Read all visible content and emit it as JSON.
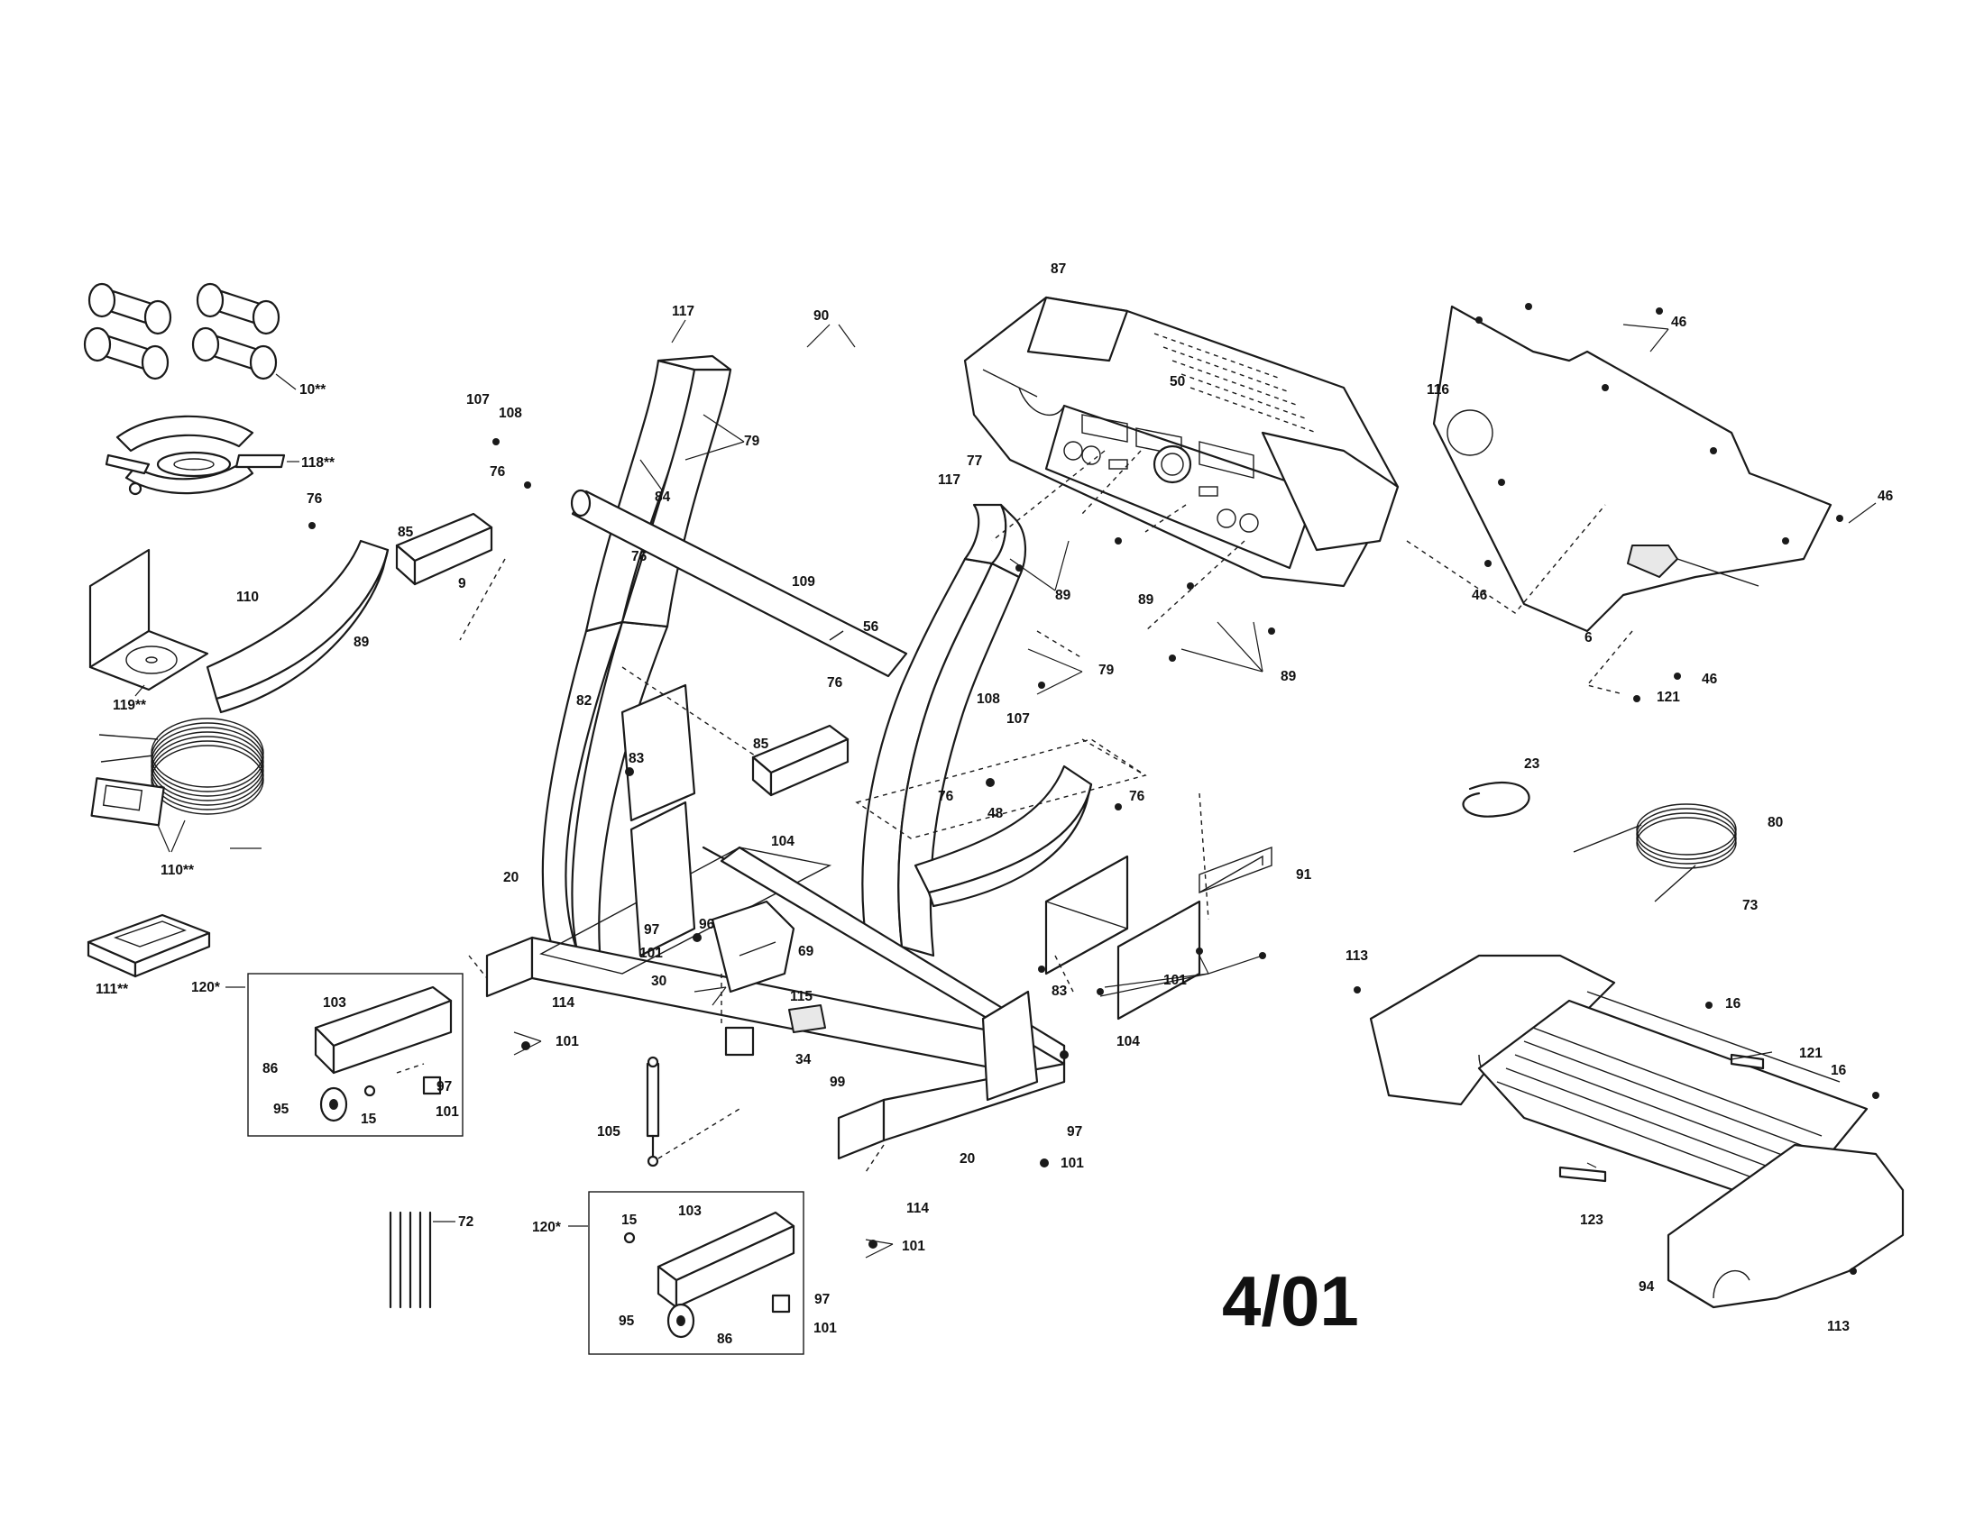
{
  "diagram": {
    "revision_stamp": "4/01",
    "part_labels": {
      "p10": "10**",
      "p118": "118**",
      "p119": "119**",
      "p110b": "110**",
      "p111": "111**",
      "p110": "110",
      "p76a": "76",
      "p85a": "85",
      "p107a": "107",
      "p108a": "108",
      "p76b": "76",
      "p76c": "76",
      "p9": "9",
      "p89a": "89",
      "p117a": "117",
      "p79a": "79",
      "p84": "84",
      "p82": "82",
      "p90": "90",
      "p109": "109",
      "p56": "56",
      "p76d": "76",
      "p108b": "108",
      "p107b": "107",
      "p85b": "85",
      "p76e": "76",
      "p83a": "83",
      "p104a": "104",
      "p20a": "20",
      "p97a": "97",
      "p96": "96",
      "p101a": "101",
      "p69": "69",
      "p30": "30",
      "p115": "115",
      "p114a": "114",
      "p101b": "101",
      "p34": "34",
      "p99": "99",
      "p120a": "120*",
      "p103a": "103",
      "p86a": "86",
      "p97b": "97",
      "p95a": "95",
      "p15a": "15",
      "p101c": "101",
      "p105": "105",
      "p72": "72",
      "p120b": "120*",
      "p15b": "15",
      "p103b": "103",
      "p97c": "97",
      "p95b": "95",
      "p86b": "86",
      "p101d": "101",
      "p114b": "114",
      "p101e": "101",
      "p20b": "20",
      "p97d": "97",
      "p101f": "101",
      "p83b": "83",
      "p104b": "104",
      "p87": "87",
      "p50": "50",
      "p77": "77",
      "p117b": "117",
      "p89b": "89",
      "p89c": "89",
      "p89d": "89",
      "p79b": "79",
      "p48": "48",
      "p76f": "76",
      "p91": "91",
      "p101g": "101",
      "p46a": "46",
      "p116": "116",
      "p46b": "46",
      "p46c": "46",
      "p6": "6",
      "p46d": "46",
      "p121a": "121",
      "p23": "23",
      "p80": "80",
      "p73": "73",
      "p113a": "113",
      "p16a": "16",
      "p121b": "121",
      "p16b": "16",
      "p123": "123",
      "p94": "94",
      "p113b": "113"
    }
  }
}
